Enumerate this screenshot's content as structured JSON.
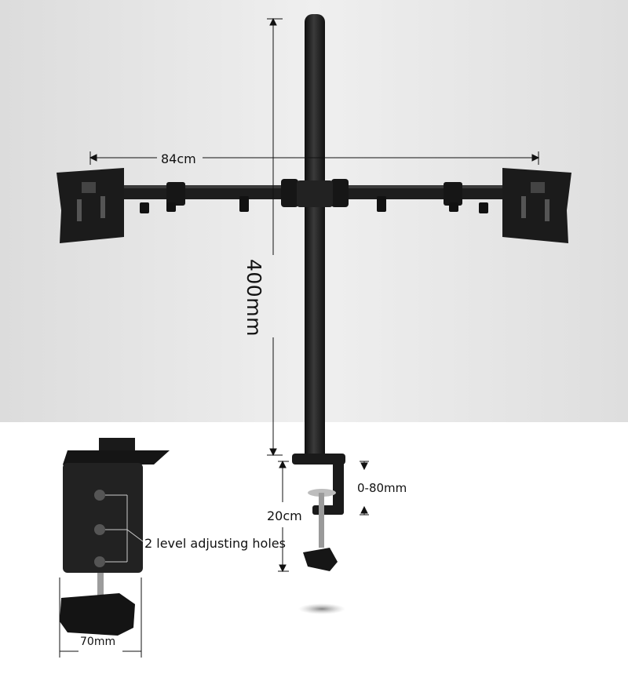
{
  "dimensions": {
    "arm_span": "84cm",
    "pole_height": "400mm",
    "clamp_opening": "0-80mm",
    "clamp_height": "20cm",
    "clamp_width": "70mm"
  },
  "callout": {
    "adjusting_holes": "2 level adjusting holes"
  },
  "colors": {
    "metal": "#1e1e1e",
    "wall": "#e8e8e8",
    "dimension_line": "#111111"
  }
}
